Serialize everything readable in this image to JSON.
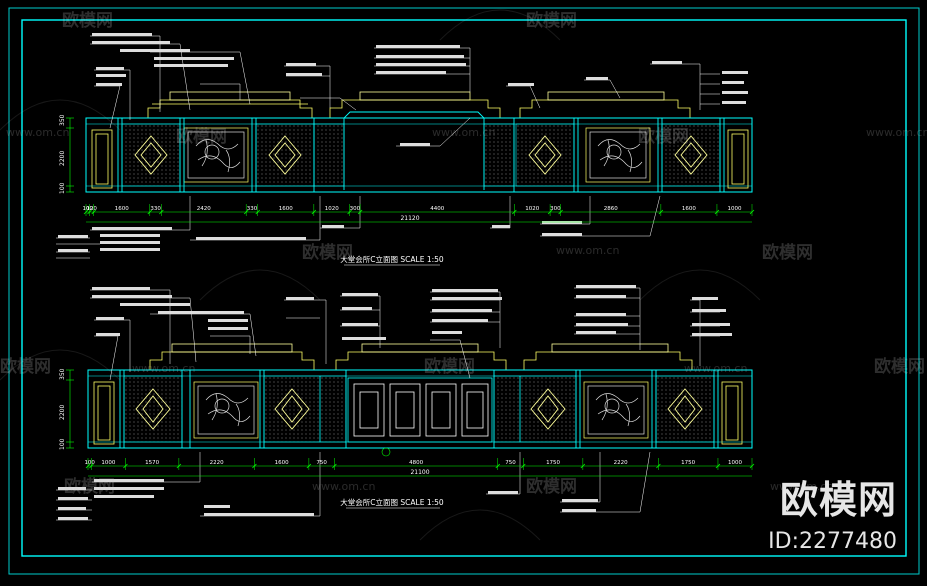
{
  "watermark": {
    "logo_text": "欧模网",
    "site_text": "www.om.cn"
  },
  "brand": {
    "name": "欧模网",
    "id_label": "ID:2277480"
  },
  "drawings": [
    {
      "title": "大堂会所C立面图 SCALE 1:50",
      "dimensions": [
        "100",
        "120",
        "1600",
        "330",
        "2420",
        "330",
        "1600",
        "1020",
        "300",
        "4400",
        "1020",
        "300",
        "2860",
        "1600",
        "1000"
      ],
      "total": "21120",
      "heights": [
        "350",
        "2200",
        "100"
      ]
    },
    {
      "title": "大堂会所C立面图 SCALE 1:50",
      "dimensions": [
        "100",
        "1000",
        "1570",
        "2220",
        "1600",
        "750",
        "4800",
        "750",
        "1750",
        "2220",
        "1750",
        "1000"
      ],
      "total": "21100",
      "heights": [
        "350",
        "2200",
        "100"
      ]
    }
  ],
  "colors": {
    "frame": "#00ffff",
    "wall": "#00ffff",
    "trim": "#ffff66",
    "pattern": "#cccccc",
    "leader": "#ffffff",
    "dimension": "#00ff00",
    "green_dim": "#33ff33"
  }
}
